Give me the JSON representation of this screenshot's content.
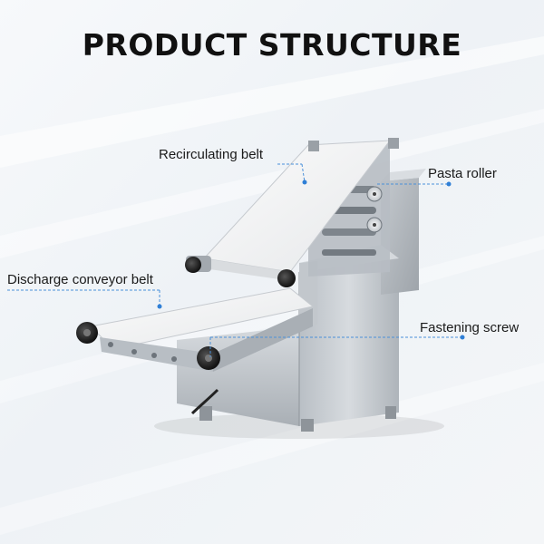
{
  "title": "PRODUCT STRUCTURE",
  "callouts": [
    {
      "id": "recirculating-belt",
      "label": "Recirculating belt"
    },
    {
      "id": "pasta-roller",
      "label": "Pasta roller"
    },
    {
      "id": "discharge-conveyor-belt",
      "label": "Discharge conveyor belt"
    },
    {
      "id": "fastening-screw",
      "label": "Fastening screw"
    }
  ],
  "colors": {
    "callout_line": "#4a90d9",
    "callout_dot": "#2f7fd6",
    "title": "#111111",
    "steel": "#c9ced3",
    "belt": "#f3f4f5"
  }
}
